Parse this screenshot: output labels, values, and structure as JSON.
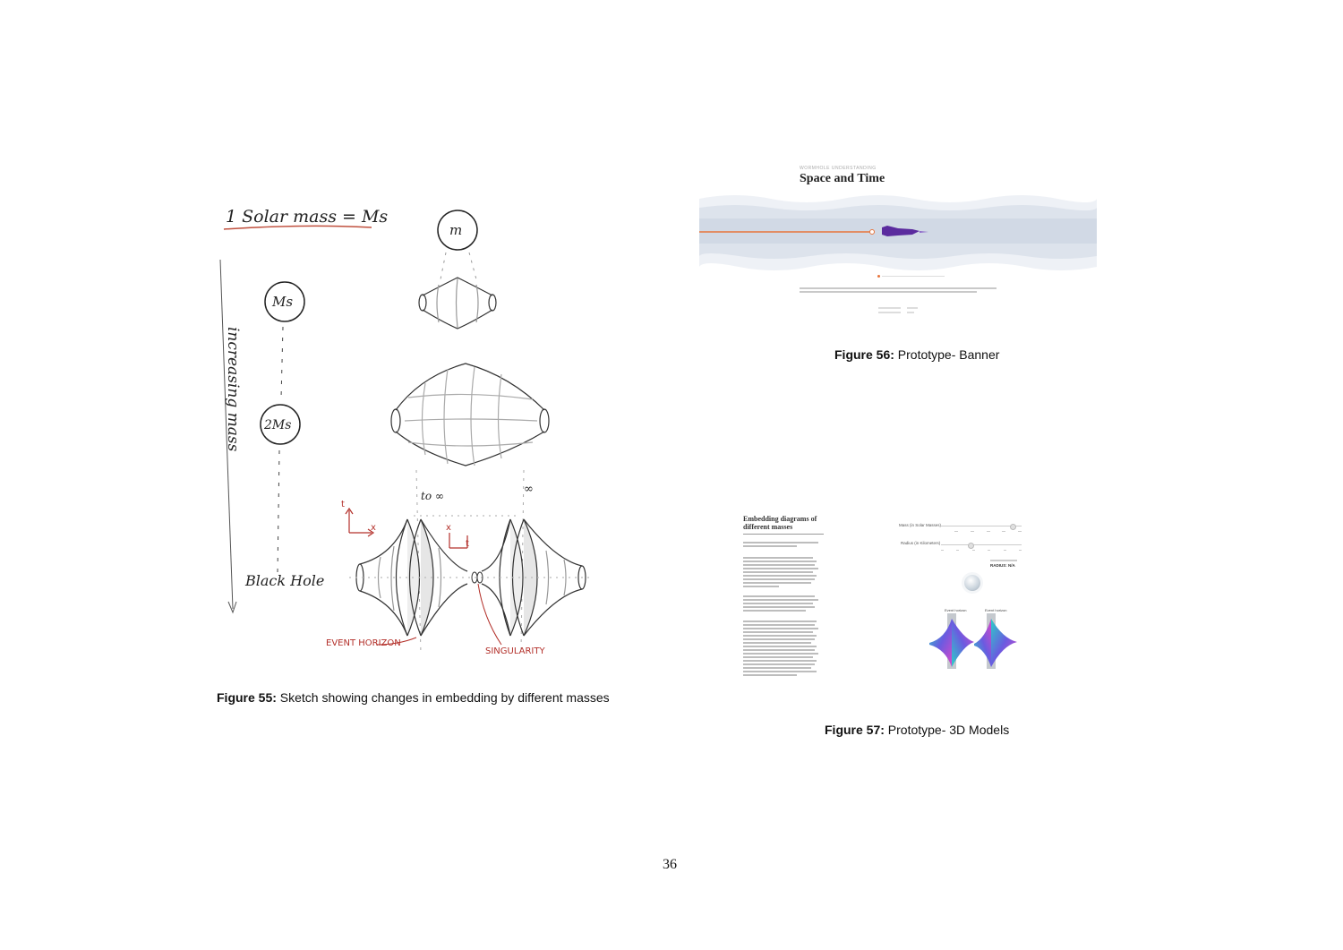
{
  "sketch": {
    "heading": "1 Solar mass = Ms",
    "mass_labels": [
      "m",
      "Ms",
      "2Ms"
    ],
    "axis_label": "increasing mass",
    "black_hole_label": "Black Hole",
    "to_infinity": "to ∞",
    "infinity": "∞",
    "axis_t": "t",
    "axis_x": "x",
    "event_horizon": "EVENT HORIZON",
    "singularity": "SINGULARITY"
  },
  "banner": {
    "kicker": "WORMHOLE UNDERSTANDING",
    "title": "Space and Time"
  },
  "models": {
    "title": "Embedding diagrams of different masses",
    "slider_mass_label": "Mass (in Solar Masses)",
    "slider_radius_label": "Radius (in Kilometers)",
    "radius_value": "RADIUS: N/A",
    "event_horizon_left": "Event horizon",
    "event_horizon_right": "Event horizon"
  },
  "captions": {
    "fig55_label": "Figure 55:",
    "fig55_text": "Sketch showing changes in embedding by different masses",
    "fig56_label": "Figure 56:",
    "fig56_text": "Prototype- Banner",
    "fig57_label": "Figure 57:",
    "fig57_text": "Prototype- 3D Models"
  },
  "page_number": "36",
  "colors": {
    "ink": "#222222",
    "sketch_red": "#b3302a",
    "banner_band": "#dde3ec",
    "banner_orange": "#e8743b",
    "banner_purple": "#5b2b9e"
  }
}
